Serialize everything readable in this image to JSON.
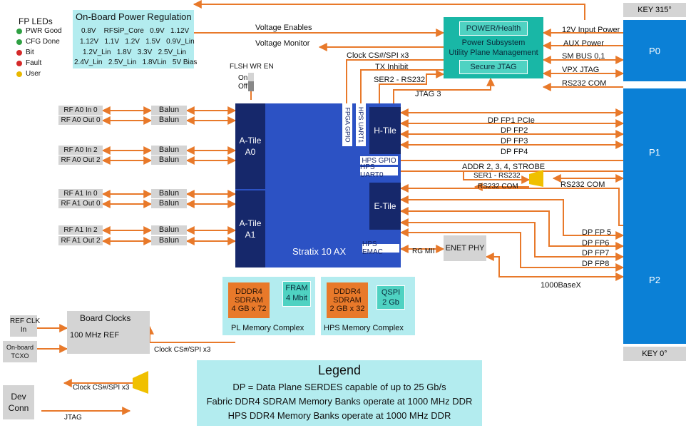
{
  "fp_leds": {
    "title": "FP LEDs",
    "items": [
      {
        "label": "PWR Good",
        "color": "#2fa043"
      },
      {
        "label": "CFG Done",
        "color": "#2fa043"
      },
      {
        "label": "Bit",
        "color": "#d42a2a"
      },
      {
        "label": "Fault",
        "color": "#d42a2a"
      },
      {
        "label": "User",
        "color": "#e8b800"
      }
    ]
  },
  "power_regulation": {
    "title": "On-Board Power Regulation",
    "rows": [
      "0.8V    RFSiP_Core   0.9V   1.12V",
      "1.12V   1.1V   1.2V   1.5V   0.9V_Lin",
      "1.2V_Lin   1.8V   3.3V   2.5V_Lin",
      "2.4V_Lin   2.5V_Lin   1.8VLin   5V Bias"
    ]
  },
  "power_subsystem": {
    "health_label": "POWER/Health",
    "line1": "Power Subsystem",
    "line2": "Utility Plane Management",
    "jtag_label": "Secure JTAG"
  },
  "signals": {
    "voltage_enables": "Voltage Enables",
    "voltage_monitor": "Voltage Monitor",
    "clock_cs_spi_x3_top": "Clock CS#/SPI x3",
    "tx_inhibit": "TX Inhibit",
    "ser2": "SER2 - RS232",
    "jtag3": "JTAG 3",
    "input_power": "12V Input Power",
    "aux_power": "AUX Power",
    "sm_bus": "SM BUS 0,1",
    "vpx_jtag": "VPX JTAG",
    "rs232_com_top": "RS232 COM",
    "dp_fp1_pcie": "DP FP1 PCIe",
    "dp_fp2": "DP FP2",
    "dp_fp3": "DP FP3",
    "dp_fp4": "DP FP4",
    "addr": "ADDR 2, 3, 4, STROBE",
    "ser1": "SER1 - RS232",
    "rs232_com_mid": "RS232 COM",
    "rs232_com_p1": "RS232 COM",
    "dp_fp5": "DP FP 5",
    "dp_fp6": "DP FP6",
    "dp_fp7": "DP FP7",
    "dp_fp8": "DP FP8",
    "rg_mii": "RG MII",
    "base_x": "1000BaseX",
    "clock_cs_spi_board": "Clock CS#/SPI x3",
    "clock_cs_spi_dev": "Clock CS#/SPI x3",
    "jtag_dev": "JTAG"
  },
  "connectors": {
    "key_top": "KEY 315°",
    "key_bottom": "KEY 0°",
    "p0": "P0",
    "p1": "P1",
    "p2": "P2"
  },
  "flash": {
    "title": "FLSH WR EN",
    "on": "On",
    "off": "Off"
  },
  "fpga": {
    "name": "Stratix 10 AX",
    "tile_a0": "A-Tile\nA0",
    "tile_a1": "A-Tile\nA1",
    "h_tile": "H-Tile",
    "e_tile": "E-Tile",
    "fpga_gpio": "FPGA GPIO",
    "hps_uart1": "HPS UART1",
    "hps_gpio": "HPS GPIO",
    "hps_uart0": "HPS UART0",
    "hps_emac": "HPS EMAC"
  },
  "rf_ports": [
    "RF A0 In 0",
    "RF A0 Out 0",
    "RF A0 In 2",
    "RF A0 Out 2",
    "RF A1 In 0",
    "RF A1 Out 0",
    "RF A1 In 2",
    "RF A1 Out 2"
  ],
  "balun_label": "Balun",
  "enet_phy": "ENET PHY",
  "pl_memory": {
    "ddr": "DDDR4\nSDRAM\n4 GB x 72",
    "fram": "FRAM\n4 Mbit",
    "label": "PL Memory Complex"
  },
  "hps_memory": {
    "ddr": "DDDR4\nSDRAM\n2 GB x 32",
    "qspi": "QSPI\n2 Gb",
    "label": "HPS Memory Complex"
  },
  "board_clocks": {
    "title": "Board Clocks",
    "ref": "100 MHz REF",
    "ref_clk_in": "REF CLK\nIn",
    "tcxo": "On-board\nTCXO"
  },
  "dev_conn": "Dev\nConn",
  "legend": {
    "title": "Legend",
    "lines": [
      "DP = Data Plane SERDES capable of up to 25 Gb/s",
      "Fabric DDR4 SDRAM Memory Banks operate at 1000 MHz DDR",
      "HPS DDR4 Memory Banks operate at 1000 MHz DDR"
    ]
  },
  "colors": {
    "wire": "#e8792a",
    "fpga_body": "#2c52c4",
    "tile": "#16286b",
    "connector": "#0b80d6",
    "power_box": "#19b7a6",
    "power_sub_box": "#4fd2c2",
    "legend_bg": "#b3ecef",
    "grey_box": "#d4d4d4",
    "buffer": "#f0c000"
  }
}
